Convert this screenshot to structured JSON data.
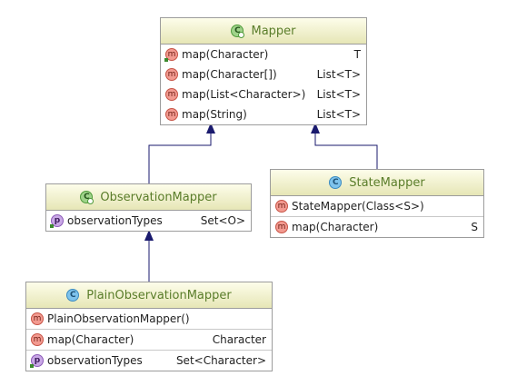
{
  "classes": {
    "mapper": {
      "name": "Mapper",
      "badge": "C",
      "members": [
        {
          "name": "map(Character)",
          "type": "T",
          "badge": "m"
        },
        {
          "name": "map(Character[])",
          "type": "List<T>",
          "badge": "m"
        },
        {
          "name": "map(List<Character>)",
          "type": "List<T>",
          "badge": "m"
        },
        {
          "name": "map(String)",
          "type": "List<T>",
          "badge": "m"
        }
      ]
    },
    "observation_mapper": {
      "name": "ObservationMapper",
      "badge": "C",
      "fields": [
        {
          "name": "observationTypes",
          "type": "Set<O>",
          "badge": "p"
        }
      ]
    },
    "state_mapper": {
      "name": "StateMapper",
      "badge": "C",
      "constructors": [
        {
          "name": "StateMapper(Class<S>)",
          "type": "",
          "badge": "m"
        }
      ],
      "methods": [
        {
          "name": "map(Character)",
          "type": "S",
          "badge": "m"
        }
      ]
    },
    "plain_observation_mapper": {
      "name": "PlainObservationMapper",
      "badge": "C",
      "constructors": [
        {
          "name": "PlainObservationMapper()",
          "type": "",
          "badge": "m"
        }
      ],
      "methods": [
        {
          "name": "map(Character)",
          "type": "Character",
          "badge": "m"
        }
      ],
      "fields": [
        {
          "name": "observationTypes",
          "type": "Set<Character>",
          "badge": "p"
        }
      ]
    }
  },
  "colors": {
    "edge": "#1a1a6e",
    "class_name": "#5a7d2a",
    "header_top": "#fdfdea",
    "header_bottom": "#e6e6b6"
  },
  "icons": {
    "abstract_class": "abstract-class-icon",
    "class": "class-icon",
    "method": "method-icon",
    "property": "property-icon"
  }
}
